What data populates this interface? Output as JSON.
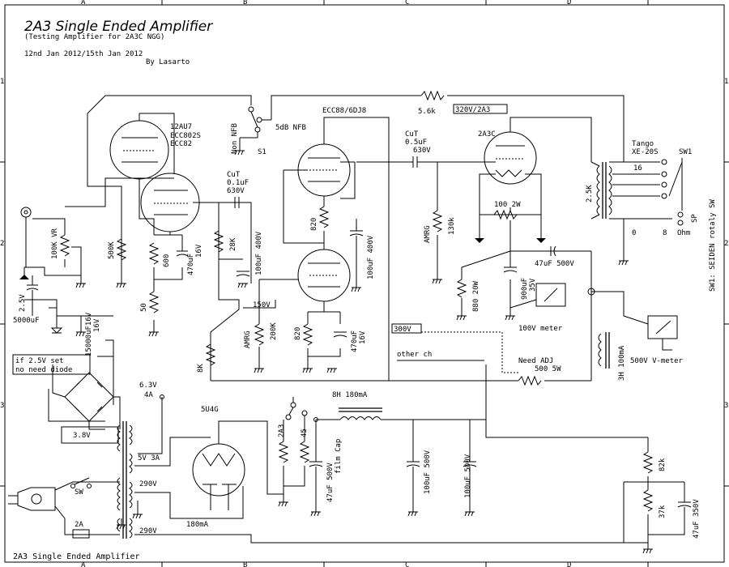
{
  "title": "2A3 Single Ended Amplifier",
  "subtitle": "(Testing Amplifier for 2A3C NGG)",
  "date": "12nd Jan 2012/15th Jan 2012",
  "author": "By Lasarto",
  "footer": "2A3 Single Ended Amplifier",
  "border": {
    "cols": [
      "A",
      "B",
      "C",
      "D"
    ],
    "rows": [
      "1",
      "2",
      "3"
    ]
  },
  "tubes": {
    "v1": {
      "name": "12AU7",
      "alt1": "ECC802S",
      "alt2": "ECC82"
    },
    "v2": {
      "name": "ECC88/6DJ8"
    },
    "v3": {
      "name": "2A3C"
    },
    "rect": {
      "name": "5U4G"
    }
  },
  "labels": {
    "nfb_switch": "Non NFB",
    "nfb_5db": "5dB NFB",
    "s1": "S1",
    "r_fb": "5.6k",
    "b320": "320V/2A3",
    "cut1": "CuT",
    "cut1_v": "0.1uF",
    "cut1_r": "630V",
    "cut2": "CuT",
    "cut2_v": "0.5uF",
    "cut2_r": "630V",
    "tango": "Tango",
    "xe": "XE-20S",
    "sw1": "SW1",
    "tap16": "16",
    "tap8": "8",
    "tap0": "0",
    "ohm": "Ohm",
    "sp": "SP",
    "seiden": "SW1: SEIDEN rotaly SW",
    "pri": "2.5K",
    "vr": "100K VR",
    "r500k": "500K",
    "r600": "600",
    "c470_1": "470uF",
    "c470_1v": "16V",
    "r50": "50",
    "r28k": "28K",
    "c100_1": "100uF 400V",
    "b150": "150V",
    "amrg1": "AMRG",
    "r200k": "200K",
    "r8k": "8K",
    "r820a": "820",
    "r820b": "820",
    "c470_2": "470uF",
    "c470_2v": "16V",
    "c100_2": "100uF 400V",
    "amrg2": "AMRG",
    "r130k": "130k",
    "r100_2w": "100 2W",
    "r880": "880 20W",
    "c900": "900uF",
    "c900v": "35V",
    "c47_1": "47uF 500V",
    "m100v": "100V meter",
    "b300": "300V",
    "other": "other ch",
    "needadj": "Need ADJ",
    "r500_5w": "500 5W",
    "choke1": "3H 100mA",
    "vmeter": "500V V-meter",
    "v25": "2.5V",
    "c5000": "5000uF",
    "c15000": "15000uF16V",
    "c15000v": "16V",
    "note1": "if 2.5V set",
    "note2": "no need diode",
    "v63": "6.3V",
    "a4": "4A",
    "v38": "3.8V",
    "v5": "5V 3A",
    "v290a": "290V",
    "v290b": "290V",
    "sw": "SW",
    "fuse": "2A",
    "ma180": "180mA",
    "sel2a3": "2A3",
    "sel45": "45",
    "choke2": "8H 180mA",
    "c47_film": "47uF 500V",
    "film": "film Cap",
    "c100_3": "100uF 500V",
    "c100_4": "100uF 500V",
    "r82k": "82k",
    "r37k": "37k",
    "c47_2": "47uF 350V"
  }
}
